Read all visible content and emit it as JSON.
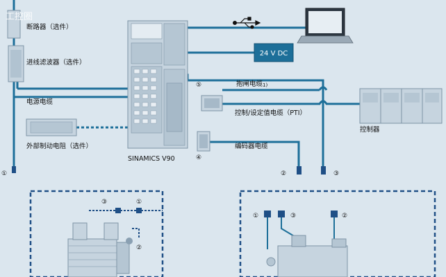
{
  "watermark": "工控圈",
  "labels": {
    "breaker": "断路器（选件）",
    "line_filter": "进线滤波器（选件）",
    "power_cable": "电源电缆",
    "brake_resistor": "外部制动电阻（选件）",
    "drive_name": "SINAMICS V90",
    "psu": "24 V DC",
    "brake_cable": "抱闸电缆",
    "brake_cable_note": "1)",
    "pti_cable": "控制/设定值电缆（PTI）",
    "encoder_cable": "编码器电缆",
    "controller": "控制器"
  },
  "markers": {
    "m1": "①",
    "m2": "②",
    "m3": "③",
    "m4": "④",
    "m5": "⑤"
  },
  "colors": {
    "background": "#dbe6ee",
    "cable": "#1d6f99",
    "device_fill": "#c6d4df",
    "device_stroke": "#7e94a6",
    "dashed_box": "#1f4f86"
  }
}
